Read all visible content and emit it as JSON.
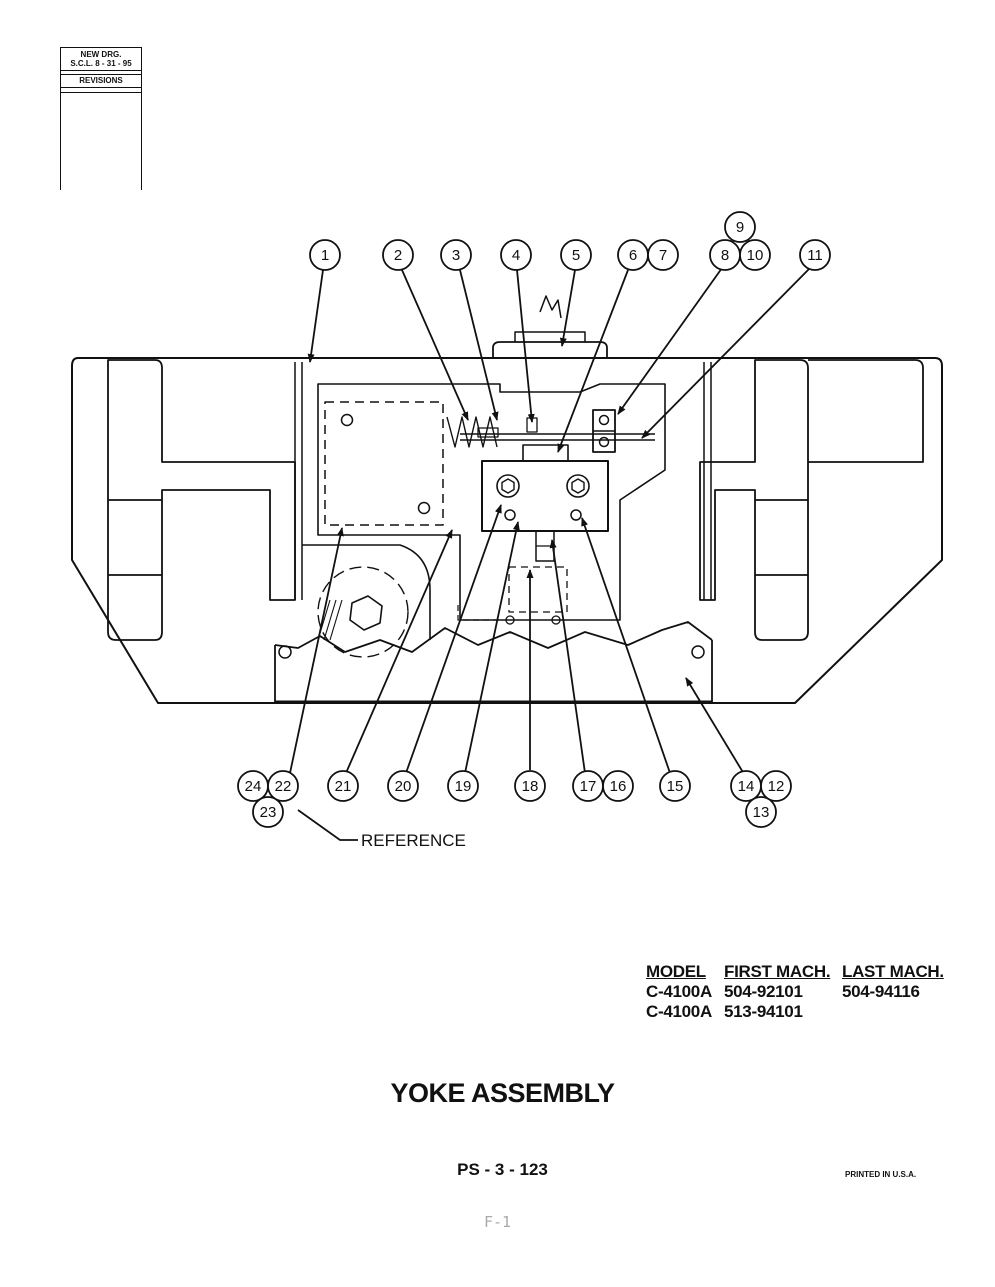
{
  "revision_block": {
    "line1": "NEW DRG.",
    "line2": "S.C.L. 8 - 31 - 95",
    "label": "REVISIONS"
  },
  "callouts": [
    {
      "id": "1",
      "label": "1"
    },
    {
      "id": "2",
      "label": "2"
    },
    {
      "id": "3",
      "label": "3"
    },
    {
      "id": "4",
      "label": "4"
    },
    {
      "id": "5",
      "label": "5"
    },
    {
      "id": "6",
      "label": "6"
    },
    {
      "id": "7",
      "label": "7"
    },
    {
      "id": "9",
      "label": "9"
    },
    {
      "id": "8",
      "label": "8"
    },
    {
      "id": "10",
      "label": "10"
    },
    {
      "id": "11",
      "label": "11"
    },
    {
      "id": "24",
      "label": "24"
    },
    {
      "id": "22",
      "label": "22"
    },
    {
      "id": "23",
      "label": "23"
    },
    {
      "id": "21",
      "label": "21"
    },
    {
      "id": "20",
      "label": "20"
    },
    {
      "id": "19",
      "label": "19"
    },
    {
      "id": "18",
      "label": "18"
    },
    {
      "id": "17",
      "label": "17"
    },
    {
      "id": "16",
      "label": "16"
    },
    {
      "id": "15",
      "label": "15"
    },
    {
      "id": "14",
      "label": "14"
    },
    {
      "id": "12",
      "label": "12"
    },
    {
      "id": "13",
      "label": "13"
    }
  ],
  "reference_label": "REFERENCE",
  "model_table": {
    "headers": [
      "MODEL",
      "FIRST MACH.",
      "LAST MACH."
    ],
    "rows": [
      [
        "C-4100A",
        "504-92101",
        "504-94116"
      ],
      [
        "C-4100A",
        "513-94101",
        ""
      ]
    ]
  },
  "title": "YOKE ASSEMBLY",
  "page_number": "PS - 3 - 123",
  "printed": "PRINTED IN U.S.A.",
  "footer_mark": "F-1"
}
